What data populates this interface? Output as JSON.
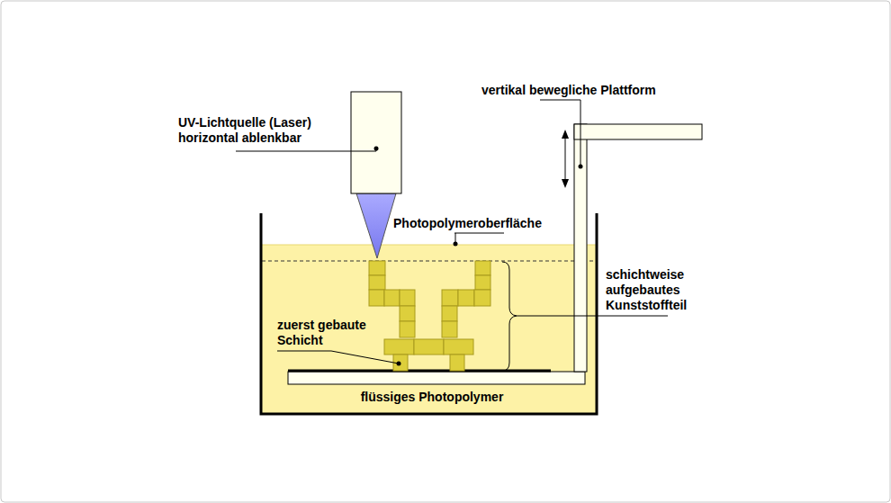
{
  "diagram": {
    "labels": [
      "vertikal bewegliche Plattform",
      "UV-Lichtquelle (Laser) horizontal ablenkbar",
      "Photopolymeroberfläche",
      "schichtweise aufgebautes Kunststoffteil",
      "zuerst gebaute Schicht",
      "flüssiges Photopolymer"
    ]
  }
}
